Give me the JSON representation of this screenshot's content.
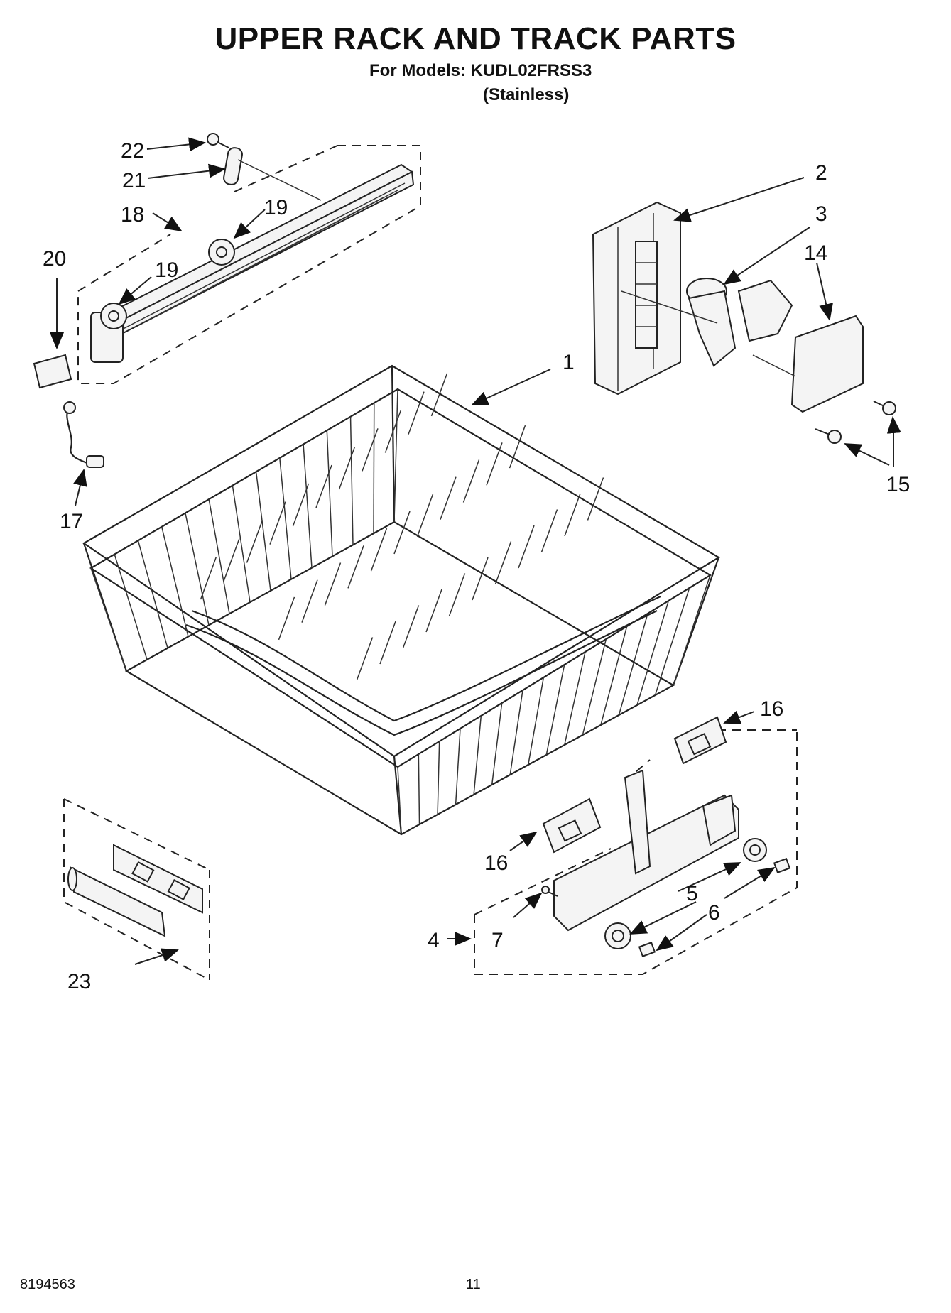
{
  "header": {
    "title": "UPPER RACK AND TRACK PARTS",
    "models": "For Models: KUDL02FRSS3",
    "finish": "(Stainless)"
  },
  "callouts": {
    "c1": "1",
    "c2": "2",
    "c3": "3",
    "c4": "4",
    "c5": "5",
    "c6": "6",
    "c7": "7",
    "c14": "14",
    "c15": "15",
    "c16a": "16",
    "c16b": "16",
    "c17": "17",
    "c18": "18",
    "c19a": "19",
    "c19b": "19",
    "c20": "20",
    "c21": "21",
    "c22": "22",
    "c23": "23"
  },
  "footer": {
    "doc_number": "8194563",
    "page_number": "11"
  }
}
